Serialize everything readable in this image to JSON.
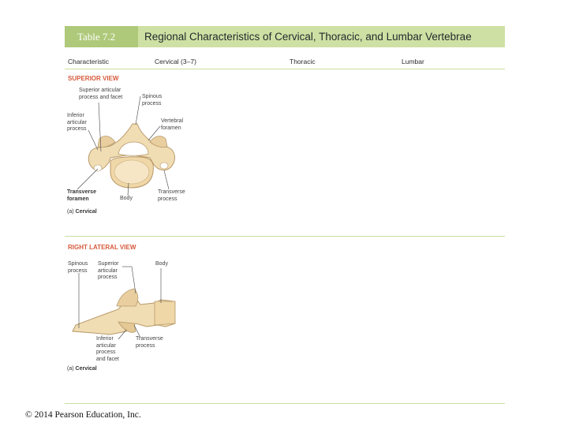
{
  "table": {
    "number": "Table 7.2",
    "title": "Regional Characteristics of Cervical, Thoracic, and Lumbar Vertebrae",
    "columns": [
      "Characteristic",
      "Cervical (3–7)",
      "Thoracic",
      "Lumbar"
    ]
  },
  "superior": {
    "heading": "SUPERIOR VIEW",
    "caption_prefix": "(a)",
    "caption": "Cervical",
    "labels": {
      "sup_articular_1": "Superior articular",
      "sup_articular_2": "process and facet",
      "spinous_1": "Spinous",
      "spinous_2": "process",
      "inferior_1": "Inferior",
      "inferior_2": "articular",
      "inferior_3": "process",
      "vertebral_1": "Vertebral",
      "vertebral_2": "foramen",
      "transverse_foramen_1": "Transverse",
      "transverse_foramen_2": "foramen",
      "body": "Body",
      "transverse_process_1": "Transverse",
      "transverse_process_2": "process"
    }
  },
  "lateral": {
    "heading": "RIGHT LATERAL VIEW",
    "caption_prefix": "(a)",
    "caption": "Cervical",
    "labels": {
      "spinous_1": "Spinous",
      "spinous_2": "process",
      "superior_1": "Superior",
      "superior_2": "articular",
      "superior_3": "process",
      "body": "Body",
      "inferior_1": "Inferior",
      "inferior_2": "articular",
      "inferior_3": "process",
      "inferior_4": "and facet",
      "transverse_1": "Transverse",
      "transverse_2": "process"
    }
  },
  "footer": {
    "copyright": "© 2014 Pearson Education, Inc."
  },
  "colors": {
    "header_bg": "#cfe0a4",
    "header_tag": "#aec97a",
    "section": "#d65a3c",
    "bone": "#f1ddb4"
  }
}
